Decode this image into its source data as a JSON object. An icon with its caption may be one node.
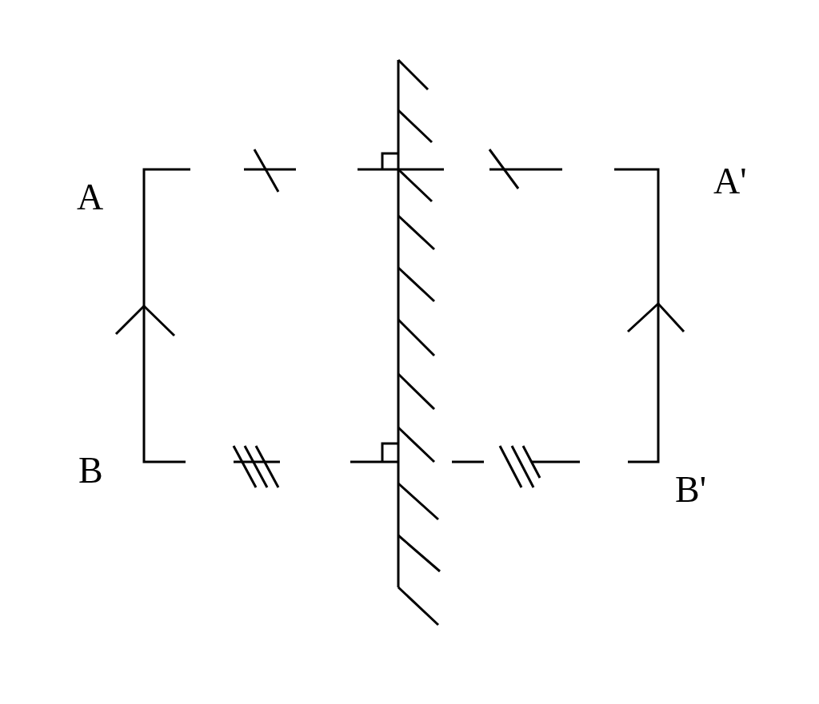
{
  "diagram": {
    "labels": [
      "A",
      "A'",
      "B",
      "B'"
    ]
  }
}
